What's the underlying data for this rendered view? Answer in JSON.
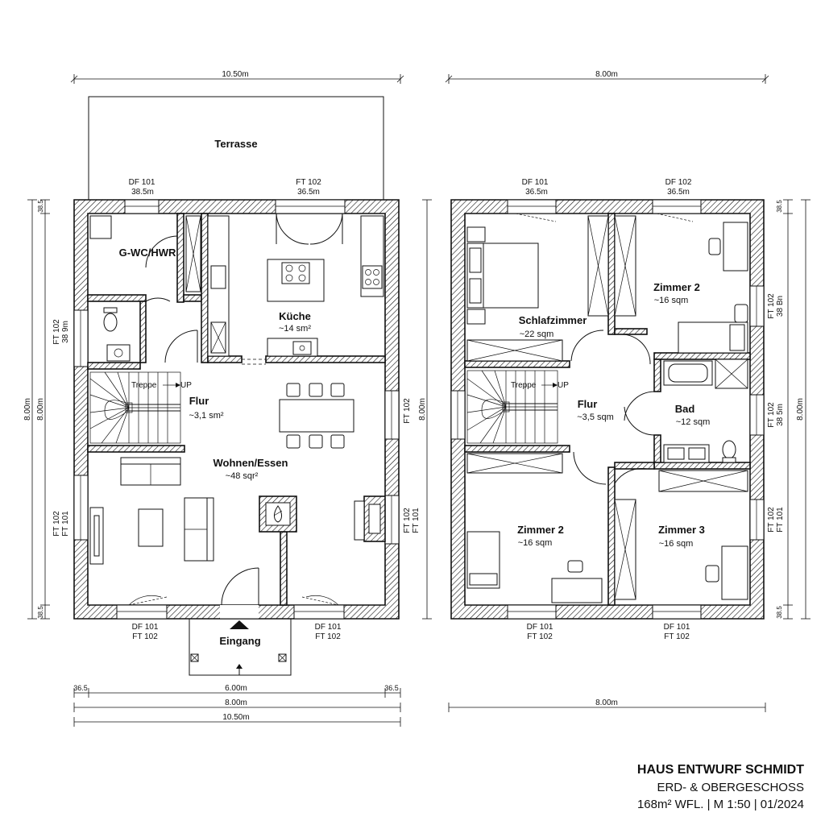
{
  "dimensions": {
    "eg_top": "10.50m",
    "og_top": "8.00m",
    "side_8m": "8.00m",
    "wall_36": "36.5",
    "wall_38": "38.5",
    "bottom_36_5": "36.5",
    "bottom_600": "6.00m",
    "bottom_800": "8.00m",
    "bottom_1050": "10.50m"
  },
  "ground_floor": {
    "rooms": {
      "terrasse": "Terrasse",
      "wc": "G-WC/HWR",
      "kueche": {
        "name": "Küche",
        "area": "~14 sm²"
      },
      "flur": {
        "name": "Flur",
        "area": "~3,1 sm²"
      },
      "wohnen": {
        "name": "Wohnen/Essen",
        "area": "~48 sqr²"
      },
      "eingang": "Eingang"
    },
    "stair": {
      "label": "Treppe",
      "up": "UP"
    },
    "windows": {
      "df101": "DF 101",
      "ft102": "FT 102",
      "ft101": "FT 101",
      "w385": "38.5m",
      "w365": "36.5m",
      "w389": "38 9m"
    }
  },
  "upper_floor": {
    "rooms": {
      "schlaf": {
        "name": "Schlafzimmer",
        "area": "~22 sqm"
      },
      "zimmer2_top": {
        "name": "Zimmer 2",
        "area": "~16 sqm"
      },
      "flur": {
        "name": "Flur",
        "area": "~3,5 sqm"
      },
      "bad": {
        "name": "Bad",
        "area": "~12 sqm"
      },
      "zimmer2_bottom": {
        "name": "Zimmer 2",
        "area": "~16 sqm"
      },
      "zimmer3": {
        "name": "Zimmer 3",
        "area": "~16 sqm"
      }
    },
    "stair": {
      "label": "Treppe",
      "up": "UP"
    },
    "windows": {
      "df101": "DF 101",
      "df102": "DF 102",
      "ft102": "FT 102",
      "ft101": "FT 101",
      "w365": "36.5m",
      "w36bm": "36.5m",
      "w38bn": "38 Bn",
      "w38sm": "38 5m"
    }
  },
  "title_block": {
    "line1": "HAUS ENTWURF SCHMIDT",
    "line2": "ERD- & OBERGESCHOSS",
    "line3": "168m² WFL. | M 1:50 | 01/2024"
  }
}
